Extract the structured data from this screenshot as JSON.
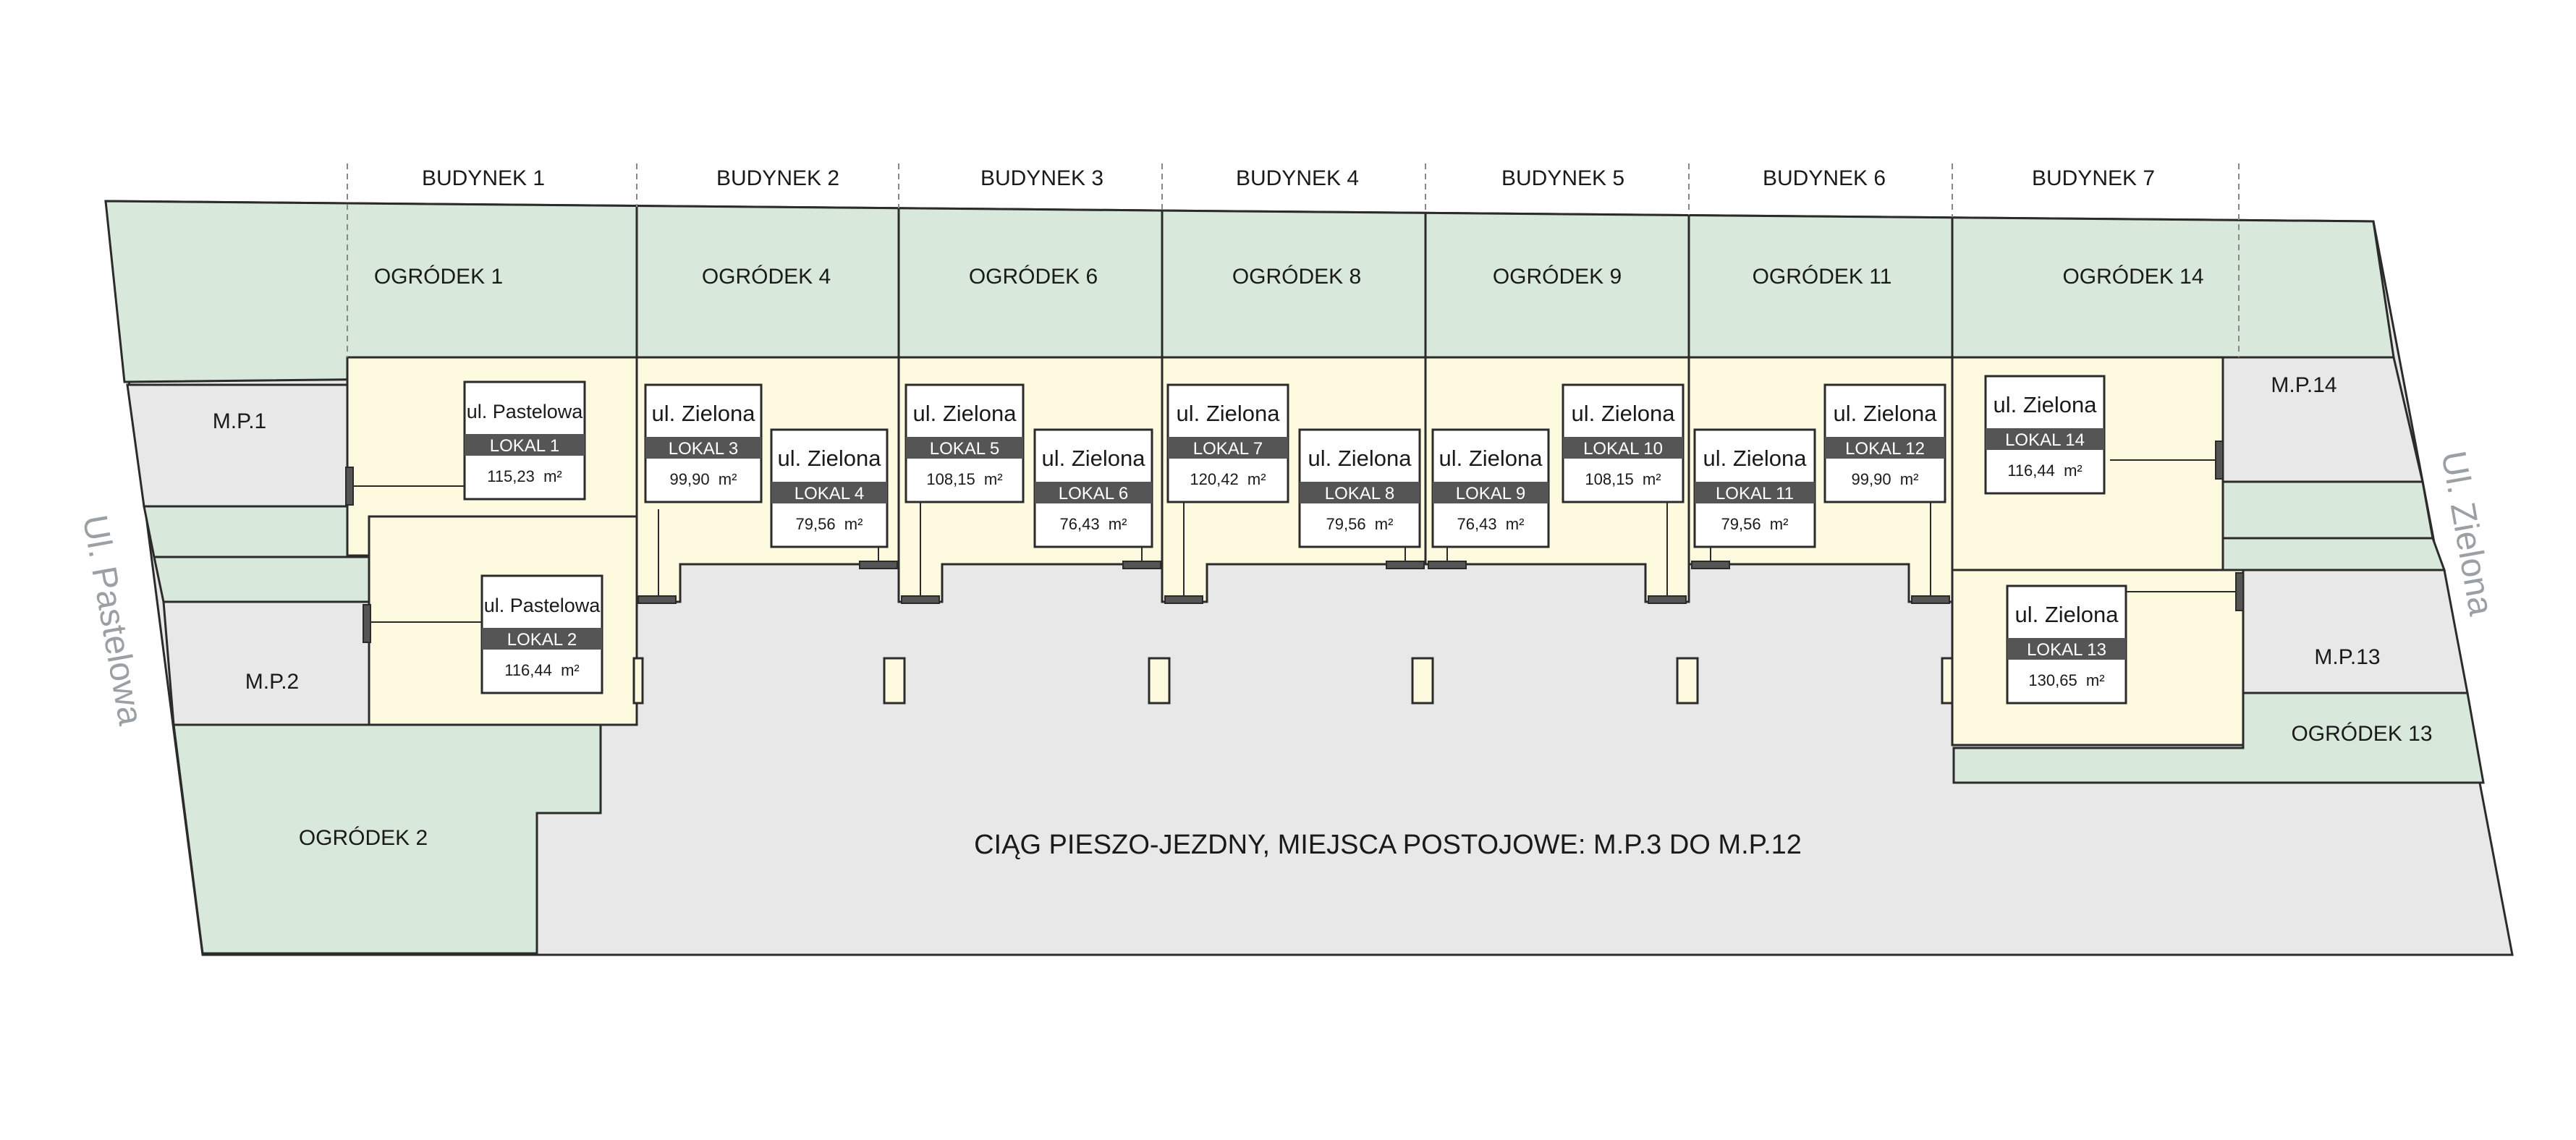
{
  "colors": {
    "garden": "#d8e8da",
    "parking": "#e7e8e7",
    "unit": "#fdfae0",
    "outline": "#2b2b2b",
    "card_band": "#555555",
    "street_text": "#9aa0a4"
  },
  "streets": {
    "left": "Ul. Pastelowa",
    "right": "Ul. Zielona"
  },
  "buildings": [
    "BUDYNEK 1",
    "BUDYNEK 2",
    "BUDYNEK 3",
    "BUDYNEK 4",
    "BUDYNEK 5",
    "BUDYNEK 6",
    "BUDYNEK 7"
  ],
  "gardens": {
    "top": [
      "OGRÓDEK 1",
      "OGRÓDEK 4",
      "OGRÓDEK 6",
      "OGRÓDEK 8",
      "OGRÓDEK 9",
      "OGRÓDEK 11",
      "OGRÓDEK 14"
    ],
    "g2": "OGRÓDEK 2",
    "g13": "OGRÓDEK 13"
  },
  "parking_spots": {
    "mp1": "M.P.1",
    "mp2": "M.P.2",
    "mp13": "M.P.13",
    "mp14": "M.P.14"
  },
  "courtyard": "CIĄG PIESZO-JEZDNY, MIEJSCA POSTOJOWE: M.P.3 DO M.P.12",
  "units": [
    {
      "street": "ul. Pastelowa",
      "name": "LOKAL 1",
      "area": "115,23  m²"
    },
    {
      "street": "ul. Pastelowa",
      "name": "LOKAL 2",
      "area": "116,44  m²"
    },
    {
      "street": "ul. Zielona",
      "name": "LOKAL 3",
      "area": "99,90  m²"
    },
    {
      "street": "ul. Zielona",
      "name": "LOKAL 4",
      "area": "79,56  m²"
    },
    {
      "street": "ul. Zielona",
      "name": "LOKAL 5",
      "area": "108,15  m²"
    },
    {
      "street": "ul. Zielona",
      "name": "LOKAL 6",
      "area": "76,43  m²"
    },
    {
      "street": "ul. Zielona",
      "name": "LOKAL 7",
      "area": "120,42  m²"
    },
    {
      "street": "ul. Zielona",
      "name": "LOKAL 8",
      "area": "79,56  m²"
    },
    {
      "street": "ul. Zielona",
      "name": "LOKAL 9",
      "area": "76,43  m²"
    },
    {
      "street": "ul. Zielona",
      "name": "LOKAL 10",
      "area": "108,15  m²"
    },
    {
      "street": "ul. Zielona",
      "name": "LOKAL 11",
      "area": "79,56  m²"
    },
    {
      "street": "ul. Zielona",
      "name": "LOKAL 12",
      "area": "99,90  m²"
    },
    {
      "street": "ul. Zielona",
      "name": "LOKAL 13",
      "area": "130,65  m²"
    },
    {
      "street": "ul. Zielona",
      "name": "LOKAL 14",
      "area": "116,44  m²"
    }
  ]
}
